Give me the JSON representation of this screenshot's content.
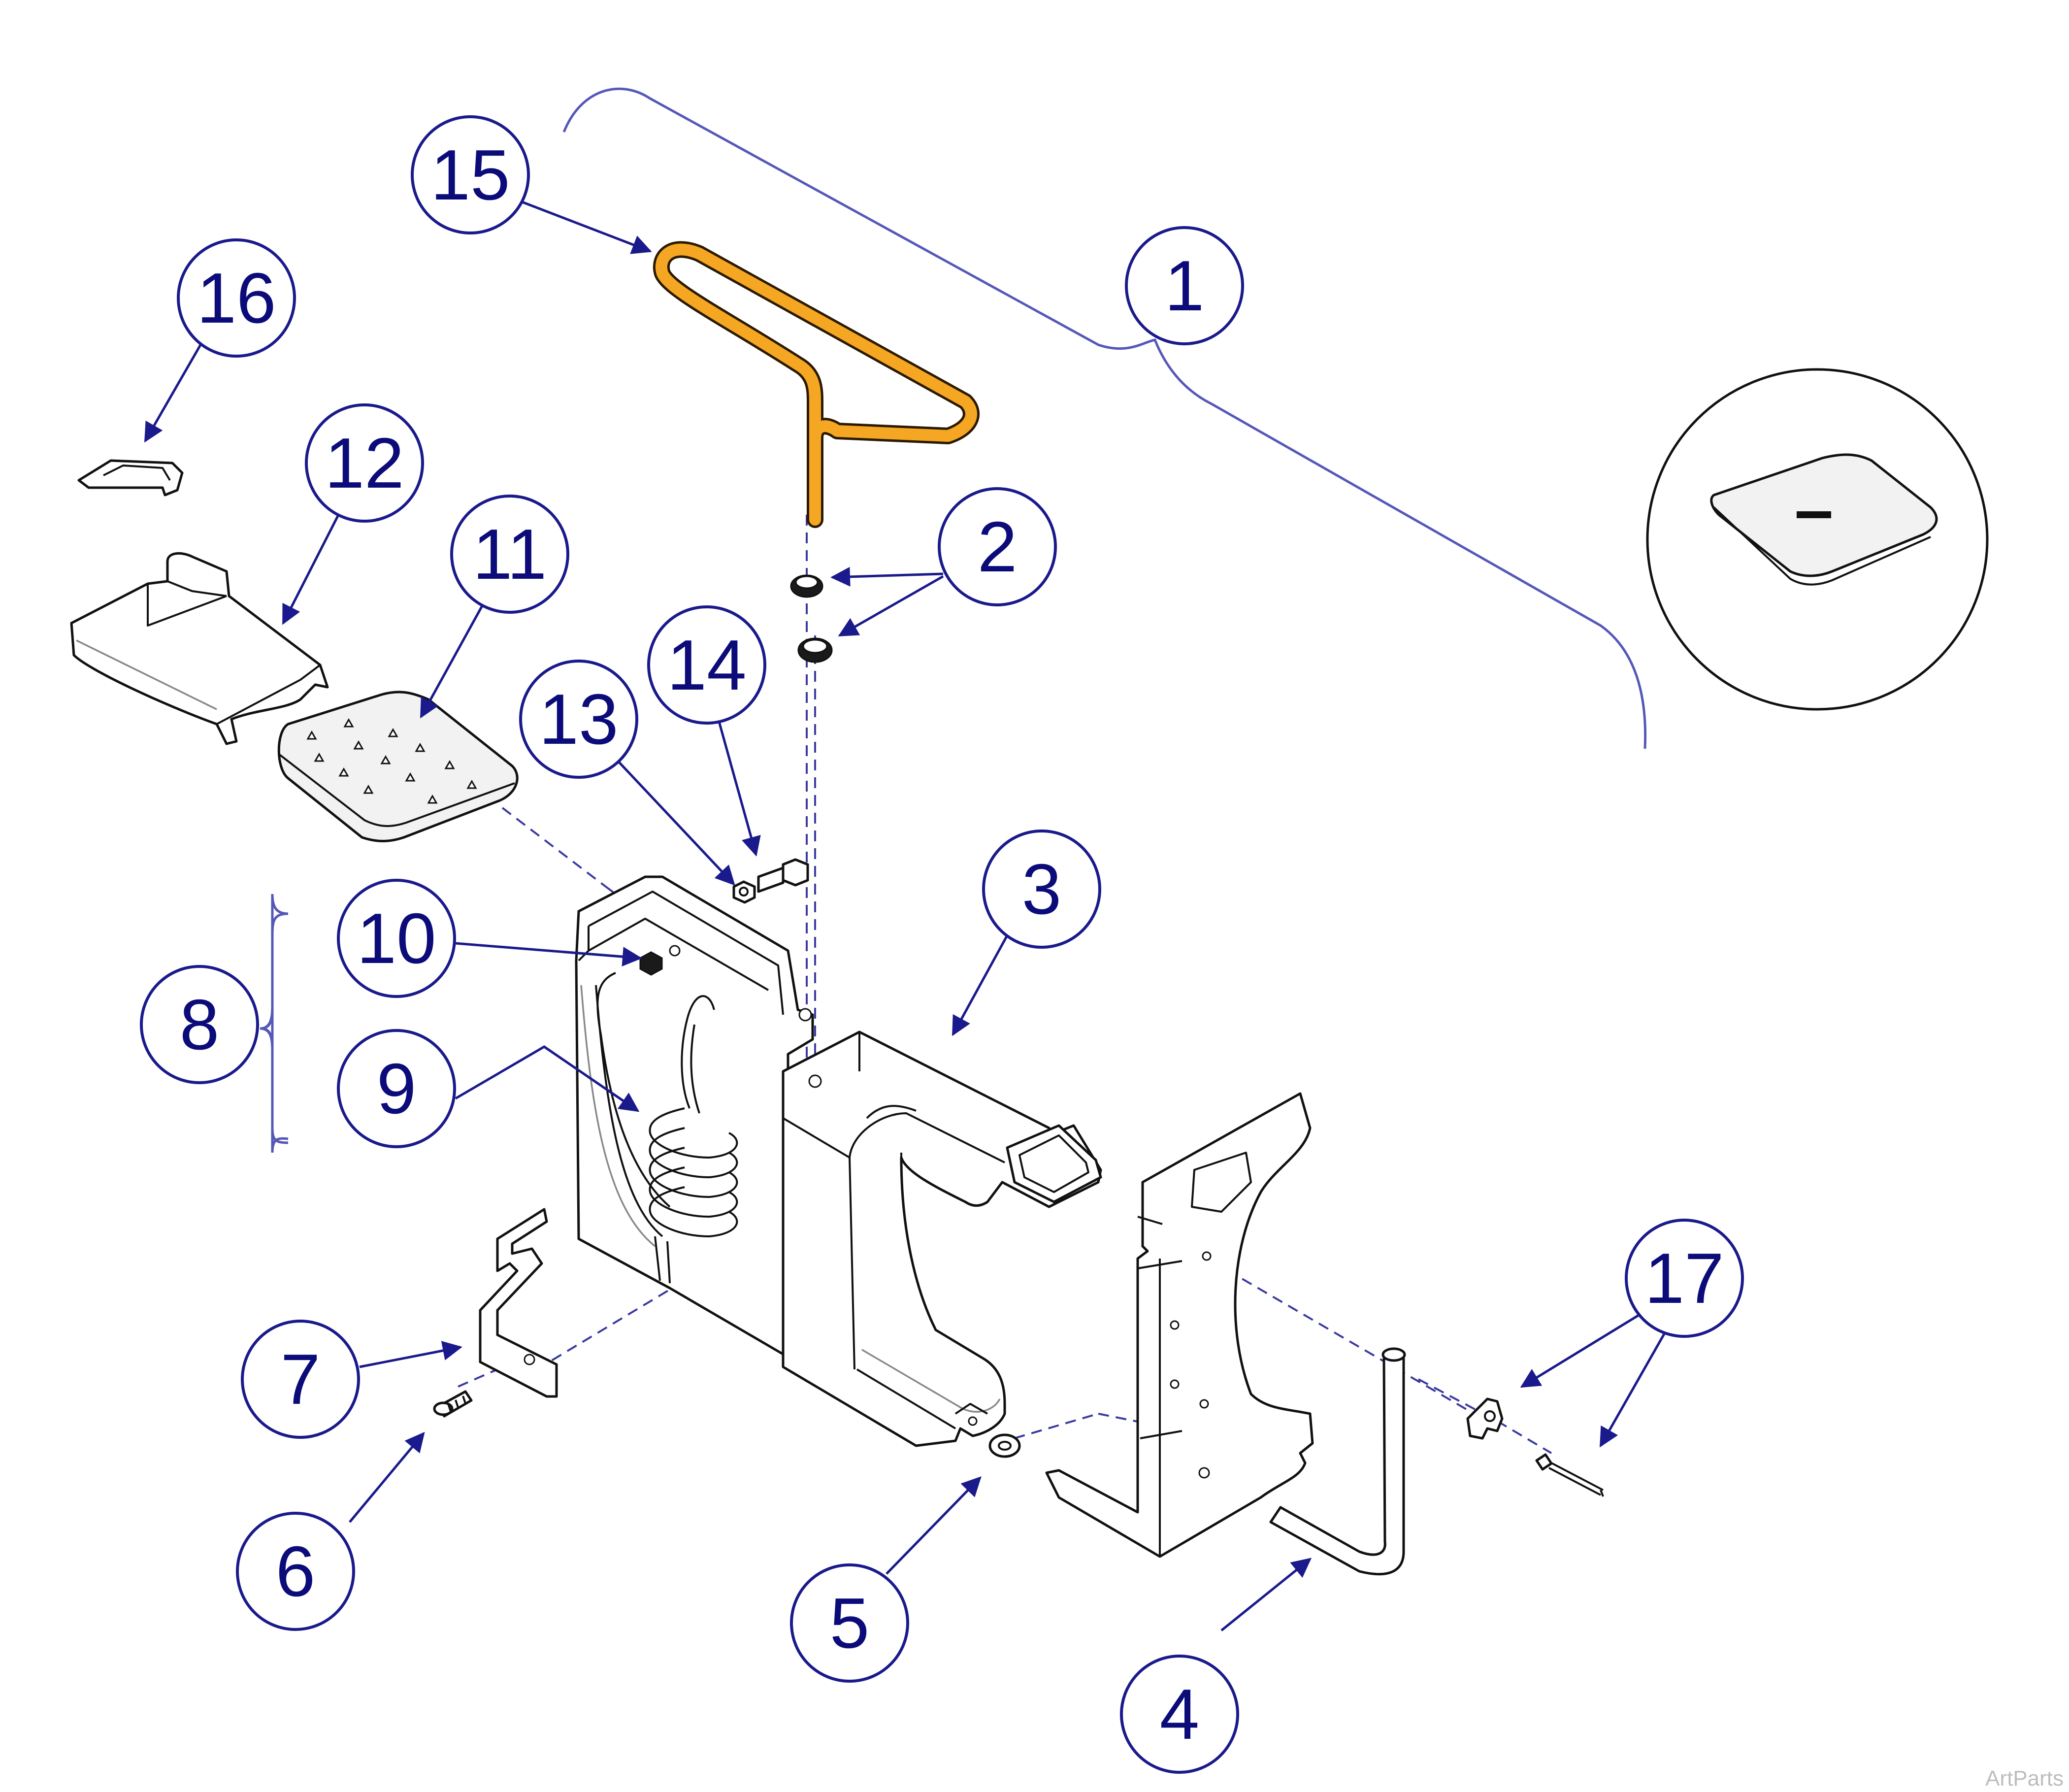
{
  "callouts": [
    {
      "label": "1"
    },
    {
      "label": "2"
    },
    {
      "label": "3"
    },
    {
      "label": "4"
    },
    {
      "label": "5"
    },
    {
      "label": "6"
    },
    {
      "label": "7"
    },
    {
      "label": "8"
    },
    {
      "label": "9"
    },
    {
      "label": "10"
    },
    {
      "label": "11"
    },
    {
      "label": "12"
    },
    {
      "label": "13"
    },
    {
      "label": "14"
    },
    {
      "label": "15"
    },
    {
      "label": "16"
    },
    {
      "label": "17"
    }
  ],
  "watermark": "ArtParts",
  "colors": {
    "callout": "#1a1a8c",
    "callout_text": "#0b0b7a",
    "handle": "#f5a623",
    "bracket": "#5558b8"
  },
  "inset_icon": "minus-icon"
}
